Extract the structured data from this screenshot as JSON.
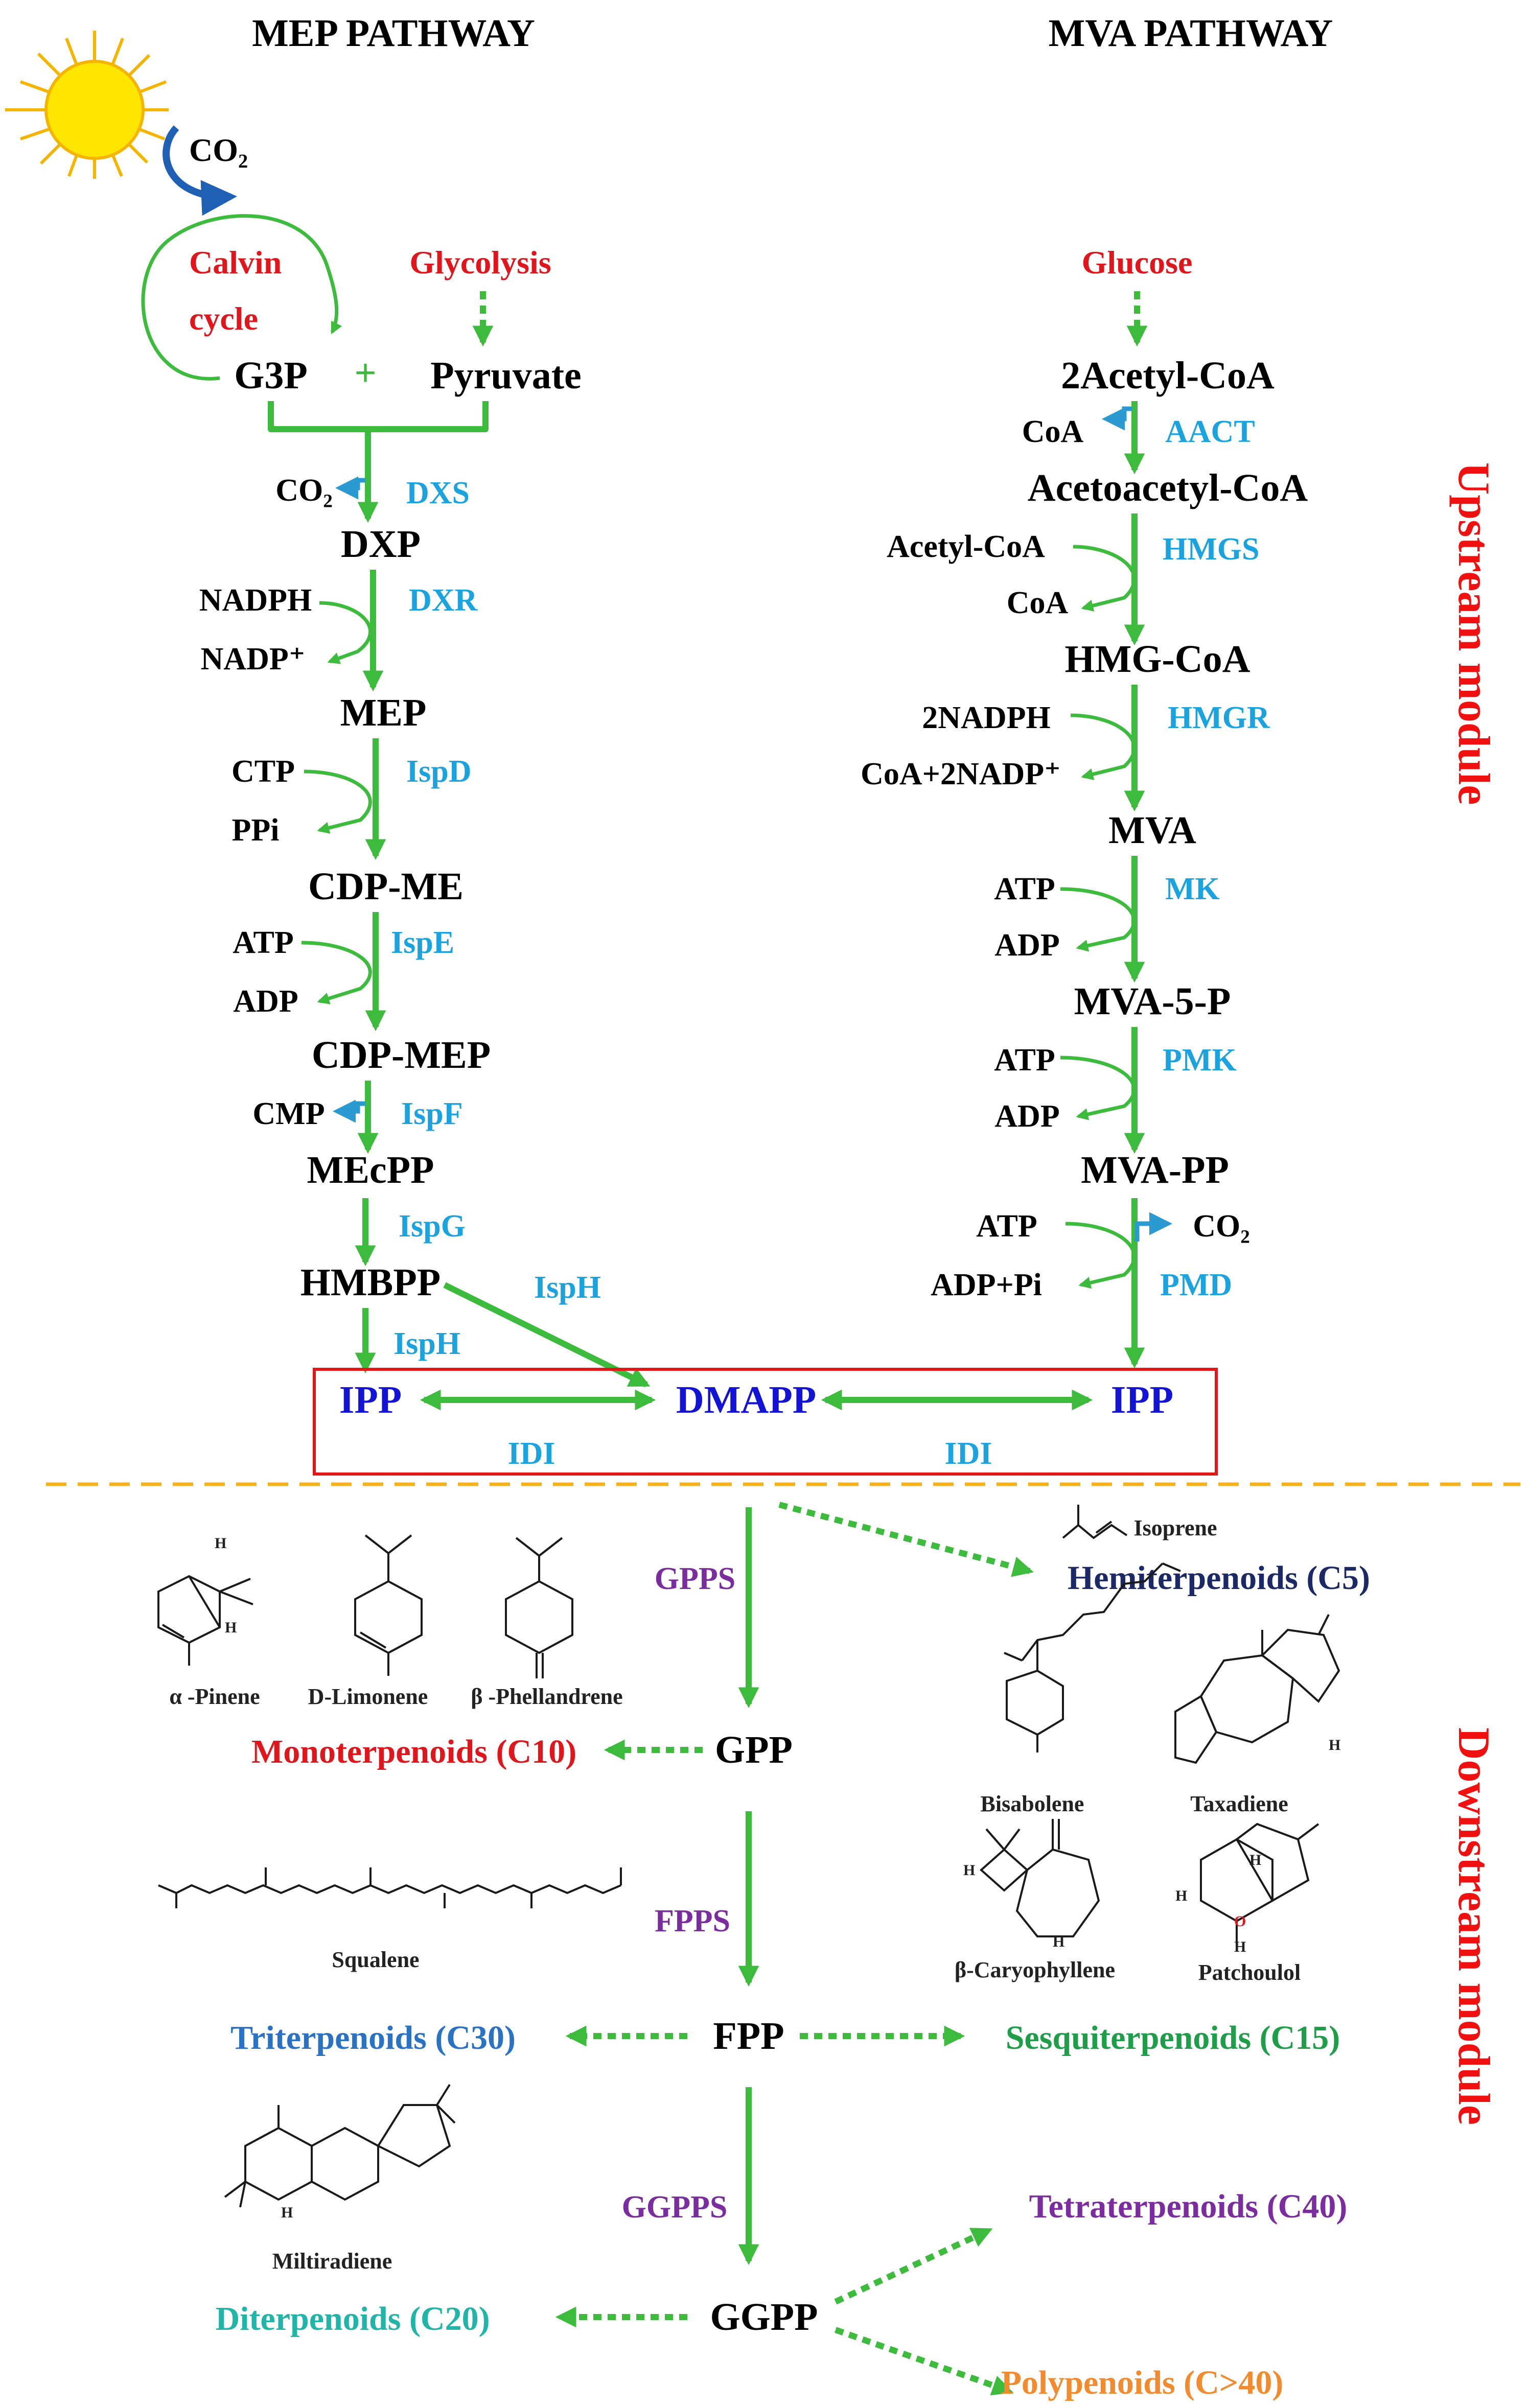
{
  "titles": {
    "mep": "MEP PATHWAY",
    "mva": "MVA PATHWAY"
  },
  "modules": {
    "upstream": "Upstream module",
    "downstream": "Downstream module"
  },
  "mep": {
    "co2_top": "CO₂",
    "calvin_1": "Calvin",
    "calvin_2": "cycle",
    "glycolysis": "Glycolysis",
    "g3p": "G3P",
    "plus": "+",
    "pyruvate": "Pyruvate",
    "steps": [
      {
        "product": "DXP",
        "enzyme": "DXS",
        "side_out": "CO₂"
      },
      {
        "product": "MEP",
        "enzyme": "DXR",
        "side_in": "NADPH",
        "side_out": "NADP⁺"
      },
      {
        "product": "CDP-ME",
        "enzyme": "IspD",
        "side_in": "CTP",
        "side_out": "PPi"
      },
      {
        "product": "CDP-MEP",
        "enzyme": "IspE",
        "side_in": "ATP",
        "side_out": "ADP"
      },
      {
        "product": "MEcPP",
        "enzyme": "IspF",
        "side_out": "CMP"
      },
      {
        "product": "HMBPP",
        "enzyme": "IspG"
      }
    ],
    "ispH_a": "IspH",
    "ispH_b": "IspH"
  },
  "mva": {
    "glucose": "Glucose",
    "start": "2Acetyl-CoA",
    "steps": [
      {
        "product": "Acetoacetyl-CoA",
        "enzyme": "AACT",
        "side_out": "CoA"
      },
      {
        "product": "HMG-CoA",
        "enzyme": "HMGS",
        "side_in": "Acetyl-CoA",
        "side_out": "CoA"
      },
      {
        "product": "MVA",
        "enzyme": "HMGR",
        "side_in": "2NADPH",
        "side_out": "CoA+2NADP⁺"
      },
      {
        "product": "MVA-5-P",
        "enzyme": "MK",
        "side_in": "ATP",
        "side_out": "ADP"
      },
      {
        "product": "MVA-PP",
        "enzyme": "PMK",
        "side_in": "ATP",
        "side_out": "ADP"
      }
    ],
    "pmd": {
      "enzyme": "PMD",
      "side_in": "ATP",
      "side_out": "ADP+Pi",
      "co2": "CO₂"
    }
  },
  "box": {
    "ipp_left": "IPP",
    "dmapp": "DMAPP",
    "ipp_right": "IPP",
    "idi_left": "IDI",
    "idi_right": "IDI"
  },
  "downstream": {
    "gpps": "GPPS",
    "gpp": "GPP",
    "fpps": "FPPS",
    "fpp": "FPP",
    "ggpps": "GGPPS",
    "ggpp": "GGPP",
    "hemi": "Hemiterpenoids (C5)",
    "mono": "Monoterpenoids (C10)",
    "tri": "Triterpenoids (C30)",
    "sesqui": "Sesquiterpenoids (C15)",
    "di": "Diterpenoids (C20)",
    "tetra": "Tetraterpenoids (C40)",
    "poly": "Polypenoids (C>40)",
    "compounds": {
      "isoprene": "Isoprene",
      "pinene": "α -Pinene",
      "limonene": "D-Limonene",
      "phellandrene": "β -Phellandrene",
      "bisabolene": "Bisabolene",
      "taxadiene": "Taxadiene",
      "caryophyllene": "β-Caryophyllene",
      "patchoulol": "Patchoulol",
      "squalene": "Squalene",
      "miltiradiene": "Miltiradiene",
      "h": "H",
      "o": "O"
    }
  },
  "colors": {
    "arrow": "#3dbb3d",
    "enzyme": "#1ba3e0",
    "source": "#e0161c",
    "key": "#1313d6",
    "box": "#e01818",
    "divider": "#f5b21c",
    "module": "#f01010",
    "downstream_enzyme": "#7b2c9e",
    "hemi": "#1b2a66",
    "mono": "#e0161c",
    "tri": "#2a73c4",
    "sesqui": "#1f9e4a",
    "di": "#1fb5a8",
    "tetra": "#7b2c9e",
    "poly": "#f28a2e",
    "sun": "#ffe600",
    "sun_ray": "#f5b400"
  }
}
